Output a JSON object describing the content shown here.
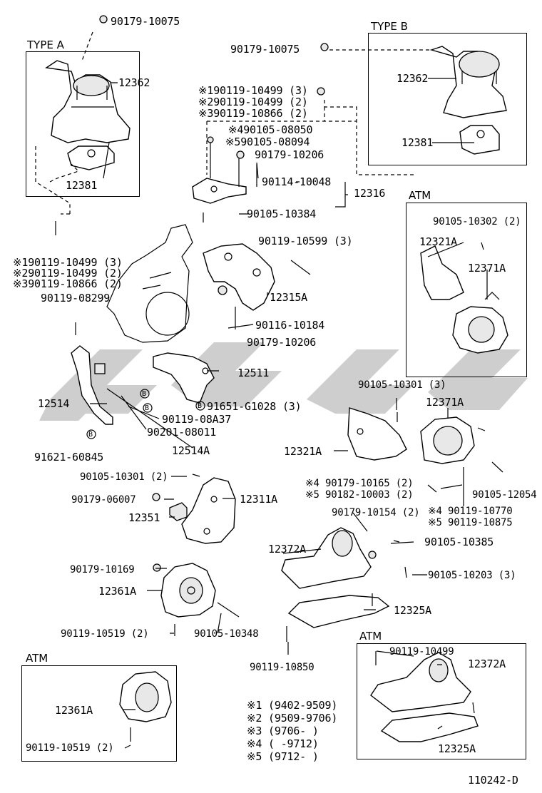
{
  "diagram_id": "110242-D",
  "boxes": {
    "type_a": "TYPE A",
    "type_b": "TYPE B",
    "atm_right": "ATM",
    "atm_bottom_left": "ATM",
    "atm_bottom_right": "ATM"
  },
  "labels": {
    "l01": "90179-10075",
    "l02": "12362",
    "l03": "12381",
    "l04": "90179-10075",
    "l05": "12362",
    "l06": "12381",
    "l07": "※190119-10499 (3)",
    "l08": "※290119-10499 (2)",
    "l09": "※390119-10866 (2)",
    "l10": "※490105-08050",
    "l11": "※590105-08094",
    "l12": "90179-10206",
    "l13": "90114-10048",
    "l14": "12316",
    "l15": "90105-10384",
    "l16": "90105-10302 (2)",
    "l17": "12321A",
    "l18": "12371A",
    "l19": "90119-10599 (3)",
    "l20": "※190119-10499 (3)",
    "l21": "※290119-10499 (2)",
    "l22": "※390119-10866 (2)",
    "l23": "90119-08299",
    "l24": "12315A",
    "l25": "90116-10184",
    "l26": "90179-10206",
    "l27": "12511",
    "l28": "12514",
    "l29": "91651-G1028 (3)",
    "l30": "90119-08A37",
    "l31": "90201-08011",
    "l32": "91621-60845",
    "l33": "12514A",
    "l34": "90105-10301 (3)",
    "l35": "12371A",
    "l36": "12321A",
    "l37": "90105-10301 (2)",
    "l38": "90179-06007",
    "l39": "12311A",
    "l40": "12351",
    "l41": "※4 90179-10165 (2)",
    "l42": "※5 90182-10003 (2)",
    "l43": "90105-12054",
    "l44": "90179-10154 (2)",
    "l45": "※4 90119-10770",
    "l46": "※5 90119-10875",
    "l47": "90105-10385",
    "l48": "12372A",
    "l49": "90179-10169",
    "l50": "90105-10203 (3)",
    "l51": "12361A",
    "l52": "12325A",
    "l53": "90119-10519 (2)",
    "l54": "90105-10348",
    "l55": "90119-10850",
    "l56": "12361A",
    "l57": "90119-10519 (2)",
    "l58": "90119-10499",
    "l59": "12372A",
    "l60": "12325A"
  },
  "legend": [
    "※1 (9402-9509)",
    "※2 (9509-9706)",
    "※3 (9706-     )",
    "※4 (     -9712)",
    "※5 (9712-     )"
  ],
  "circle_b": "B"
}
